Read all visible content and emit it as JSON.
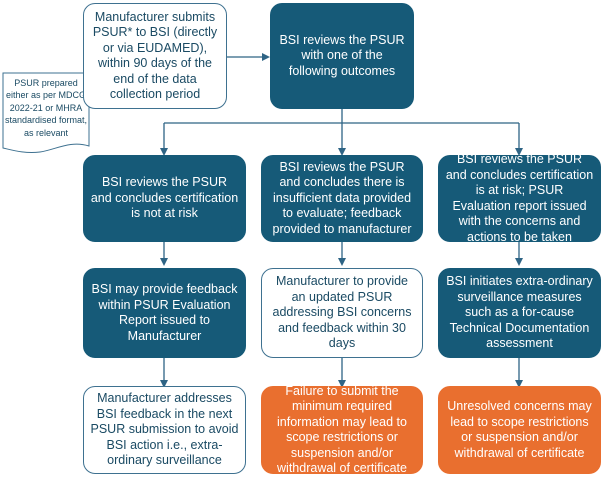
{
  "note": {
    "text": "PSUR prepared either as per MDCG 2022-21 or MHRA standardised format, as relevant"
  },
  "top": {
    "submit": "Manufacturer submits PSUR* to BSI (directly or via EUDAMED), within 90 days of the end of the data collection period",
    "review": "BSI reviews the PSUR with one of the following outcomes"
  },
  "columns": [
    {
      "outcome": "BSI reviews the PSUR and concludes certification is not at risk",
      "action": "BSI may provide feedback within PSUR Evaluation Report issued to Manufacturer",
      "result": "Manufacturer addresses BSI feedback in the next PSUR submission to avoid BSI action i.e., extra-ordinary surveillance"
    },
    {
      "outcome": "BSI reviews the PSUR and concludes there is insufficient data provided to evaluate; feedback provided to manufacturer",
      "action": "Manufacturer to provide an updated PSUR addressing BSI concerns and feedback within 30 days",
      "result": "Failure to submit the minimum required information may lead to scope restrictions or suspension and/or withdrawal of certificate"
    },
    {
      "outcome": "BSI reviews the PSUR and concludes certification is at risk; PSUR Evaluation report issued with the concerns and actions to be taken",
      "action": "BSI initiates extra-ordinary surveillance measures such as a for-cause Technical Documentation assessment",
      "result": "Unresolved concerns may lead to scope restrictions or suspension and/or withdrawal of certificate"
    }
  ],
  "colors": {
    "dark": "#165a78",
    "orange": "#e96f2f",
    "line": "#2e6485"
  }
}
